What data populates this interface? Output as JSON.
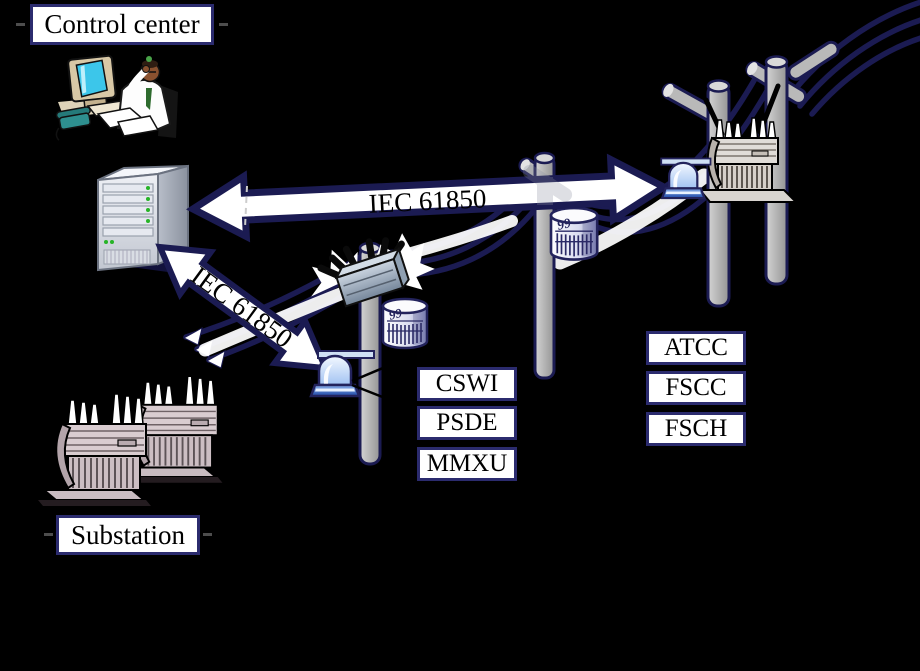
{
  "diagram": {
    "control_center": {
      "label": "Control center"
    },
    "substation": {
      "label": "Substation"
    },
    "links": {
      "control_to_feeder": {
        "label": "IEC 61850"
      },
      "control_to_switch": {
        "label": "IEC 61850"
      }
    },
    "switch_pole": {
      "nodes": [
        "CSWI",
        "PSDE",
        "MMXU"
      ]
    },
    "regulator_pole": {
      "nodes": [
        "ATCC",
        "FSCC",
        "FSCH"
      ]
    },
    "meter": {
      "display": "99"
    },
    "colors": {
      "background": "#000000",
      "wire_navy": "#1b1b52",
      "box_border": "#2b2b6e",
      "lamp_blue": "#2c55b4",
      "pole_gray": "#a8a8a8",
      "transformer_pink": "#cfc0c6"
    }
  }
}
